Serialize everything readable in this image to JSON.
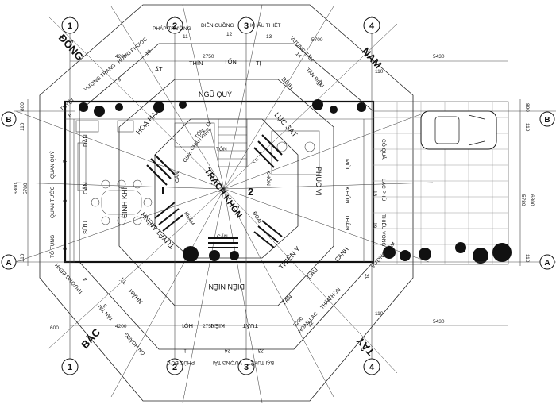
{
  "grid_markers": {
    "top": [
      "1",
      "2",
      "3",
      "4"
    ],
    "bottom": [
      "1",
      "2",
      "3",
      "4"
    ],
    "left": [
      "B",
      "A"
    ],
    "right": [
      "B",
      "A"
    ]
  },
  "directions": {
    "east": "ĐÔNG",
    "south": "NAM",
    "west": "TÂY",
    "north": "BẮC"
  },
  "outer_sectors": [
    "PHÁP TRƯỜNG",
    "11",
    "ĐIÊN CUỒNG",
    "12",
    "KHẨU THIỆT",
    "13",
    "VƯỢNG TẰM",
    "14",
    "TẤN ĐIỀN",
    "15",
    "CÔ QUẢ",
    "18",
    "LẠC PHÙ",
    "19",
    "THIẾU VONG",
    "20",
    "VƯỢNG ĐẠM",
    "THÂN HÔN",
    "21",
    "HOAN LẠC",
    "22",
    "BẠI TUYỆT",
    "23",
    "VƯỢNG TÀI",
    "24",
    "PHÚC ĐỨC",
    "1",
    "ÔN HOÀNG",
    "2",
    "TẤN TÀI",
    "3",
    "TRƯỜNG BỆNH",
    "4",
    "TỐ TỤNG",
    "5",
    "QUAN TƯỚC",
    "6",
    "QUAN QUÝ",
    "7",
    "TUYỆT",
    "8",
    "VƯỢNG TRANG",
    "9",
    "HƯNG PHƯỚC",
    "10"
  ],
  "middle_sectors": {
    "top": [
      "THÌN",
      "TỐN",
      "TỊ"
    ],
    "top_left": [
      "ẤT"
    ],
    "top_right": [
      "BÍNH"
    ],
    "right": [
      "MÙI",
      "KHÔN",
      "THÂN"
    ],
    "bottom_right": [
      "CANH",
      "DẬU",
      "TÂN"
    ],
    "bottom": [
      "TUẤT",
      "KIỀN",
      "HỢI"
    ],
    "bottom_left": [
      "NHÂM",
      "TÝ"
    ],
    "left": [
      "DẦN",
      "CẤN",
      "SỬU"
    ]
  },
  "inner_sectors": {
    "top": "NGŨ QUỶ",
    "top_left": "HOẠ HẠI",
    "top_right": "LỤC SÁT",
    "left": "SINH KHÍ",
    "right": "PHỤC VỊ",
    "bottom_left": "TUYỆT MỆNH",
    "bottom": "DIÊN NIÊN",
    "bottom_right": "THIÊN Y"
  },
  "center": {
    "title": "TRẠCH KHÔN",
    "number": "2",
    "labels": [
      "CẤN",
      "KHÔN",
      "ĐOÀI",
      "KHẢM",
      "LY",
      "CẤN",
      "TỐN",
      "KIỀN",
      "CHẤN",
      "GIÁP",
      "LY",
      "TỐN"
    ]
  },
  "dimensions": {
    "top_total": "5430",
    "bottom_total": "5430",
    "top_2750": "2750",
    "bottom_2750": "2750",
    "left_4200": "4200",
    "bottom_4200": "4200",
    "left_total": "6800",
    "left_inner": "5780",
    "right_total": "6800",
    "right_inner": "5780",
    "top_5700": "5700",
    "bottom_5200": "5200",
    "small_110": "110",
    "small_800": "800",
    "small_600": "600"
  }
}
